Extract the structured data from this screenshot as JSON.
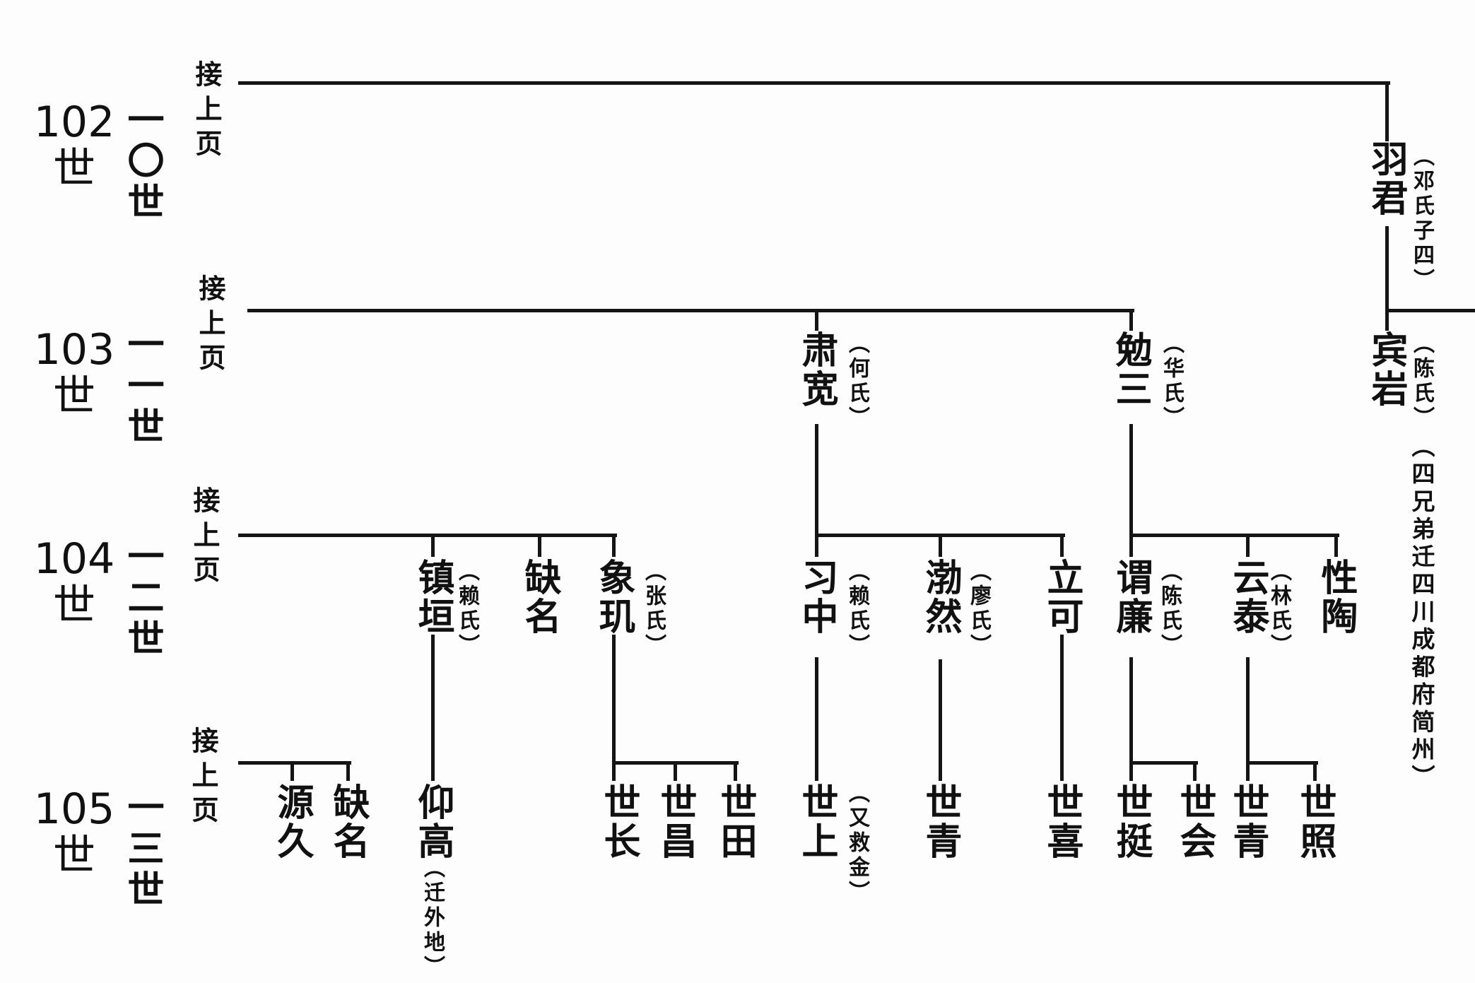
{
  "rows": [
    {
      "arabic": "102",
      "shi": "世",
      "cn": "一〇世",
      "cont": "接上页"
    },
    {
      "arabic": "103",
      "shi": "世",
      "cn": "一一世",
      "cont": "接上页"
    },
    {
      "arabic": "104",
      "shi": "世",
      "cn": "一二世",
      "cont": "接上页"
    },
    {
      "arabic": "105",
      "shi": "世",
      "cn": "一三世",
      "cont": "接上页"
    }
  ],
  "people": {
    "yujun": {
      "name": "羽君",
      "note": "︵邓氏子四︶"
    },
    "binyan": {
      "name": "宾岩",
      "note": "︵陈氏︶",
      "note2": "︵四兄弟迁四川成都府简州︶"
    },
    "sukuan": {
      "name": "肃宽",
      "note": "︵何氏︶"
    },
    "miansan": {
      "name": "勉三",
      "note": "︵华氏︶"
    },
    "zhenyuan": {
      "name": "镇垣",
      "note": "︵赖氏︶"
    },
    "queming104": {
      "name": "缺名"
    },
    "xiangji": {
      "name": "象玑",
      "note": "︵张氏︶"
    },
    "xizhong": {
      "name": "习中",
      "note": "︵赖氏︶"
    },
    "boran": {
      "name": "渤然",
      "note": "︵廖氏︶"
    },
    "like": {
      "name": "立可"
    },
    "weilian": {
      "name": "谓廉",
      "note": "︵陈氏︶"
    },
    "yuntai": {
      "name": "云泰",
      "note": "︵林氏︶"
    },
    "xingtao": {
      "name": "性陶"
    },
    "yuanjiu": {
      "name": "源久"
    },
    "queming105": {
      "name": "缺名"
    },
    "yanggao": {
      "name": "仰高",
      "note": "︵迁外地︶"
    },
    "shizhang": {
      "name": "世长"
    },
    "shichang": {
      "name": "世昌"
    },
    "shitian": {
      "name": "世田"
    },
    "shishang": {
      "name": "世上",
      "note": "︵又救金︶"
    },
    "shiqing1": {
      "name": "世青"
    },
    "shixi": {
      "name": "世喜"
    },
    "shiting": {
      "name": "世挺"
    },
    "shihui": {
      "name": "世会"
    },
    "shiqing2": {
      "name": "世青"
    },
    "shizhao": {
      "name": "世照"
    }
  }
}
